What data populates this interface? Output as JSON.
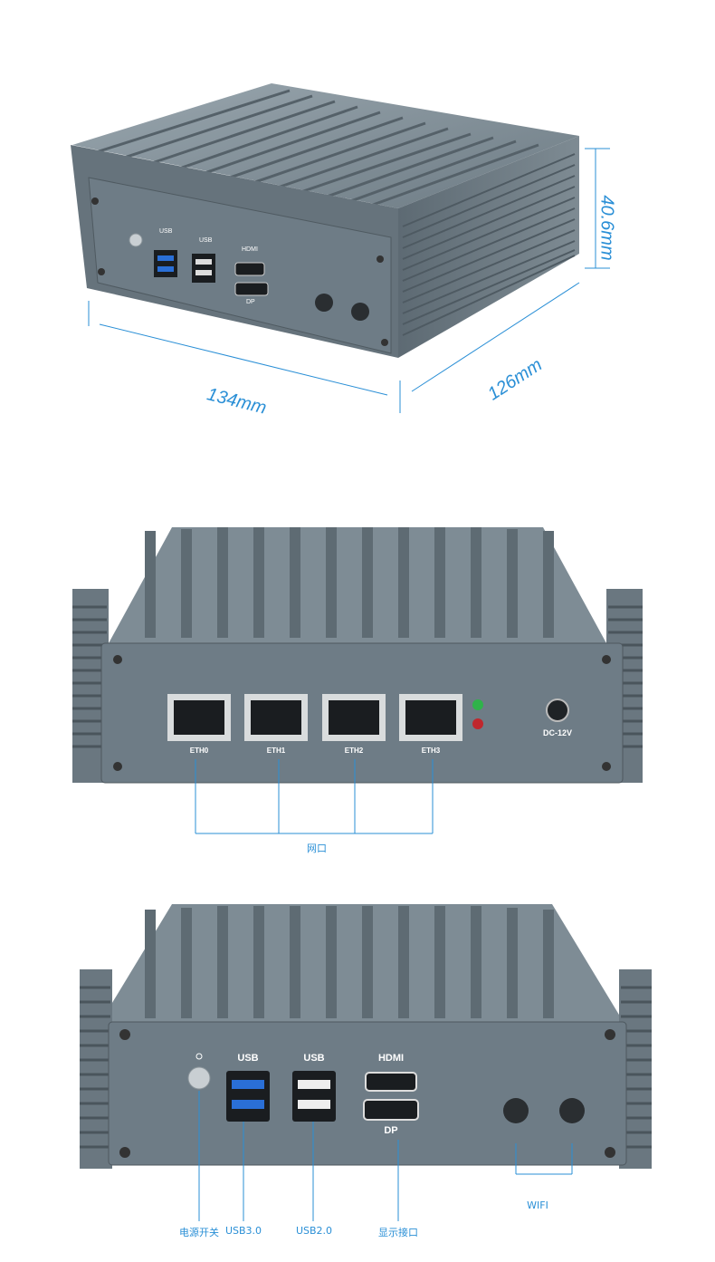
{
  "view1": {
    "dim_width": "134mm",
    "dim_depth": "126mm",
    "dim_height": "40.6mm",
    "port_usb_a": "USB",
    "port_usb_b": "USB",
    "port_hdmi": "HDMI",
    "port_dp": "DP"
  },
  "view2": {
    "eth": [
      "ETH0",
      "ETH1",
      "ETH2",
      "ETH3"
    ],
    "dc": "DC-12V",
    "group_label": "网口"
  },
  "view3": {
    "usb3_top": "USB",
    "usb2_top": "USB",
    "hdmi_top": "HDMI",
    "dp_label": "DP",
    "callouts": [
      "电源开关",
      "USB3.0",
      "USB2.0",
      "显示接口"
    ],
    "wifi_label": "WIFI"
  },
  "colors": {
    "dimension": "#2a8fd6",
    "case": "#6b7b85",
    "panel": "#6e7c86"
  }
}
